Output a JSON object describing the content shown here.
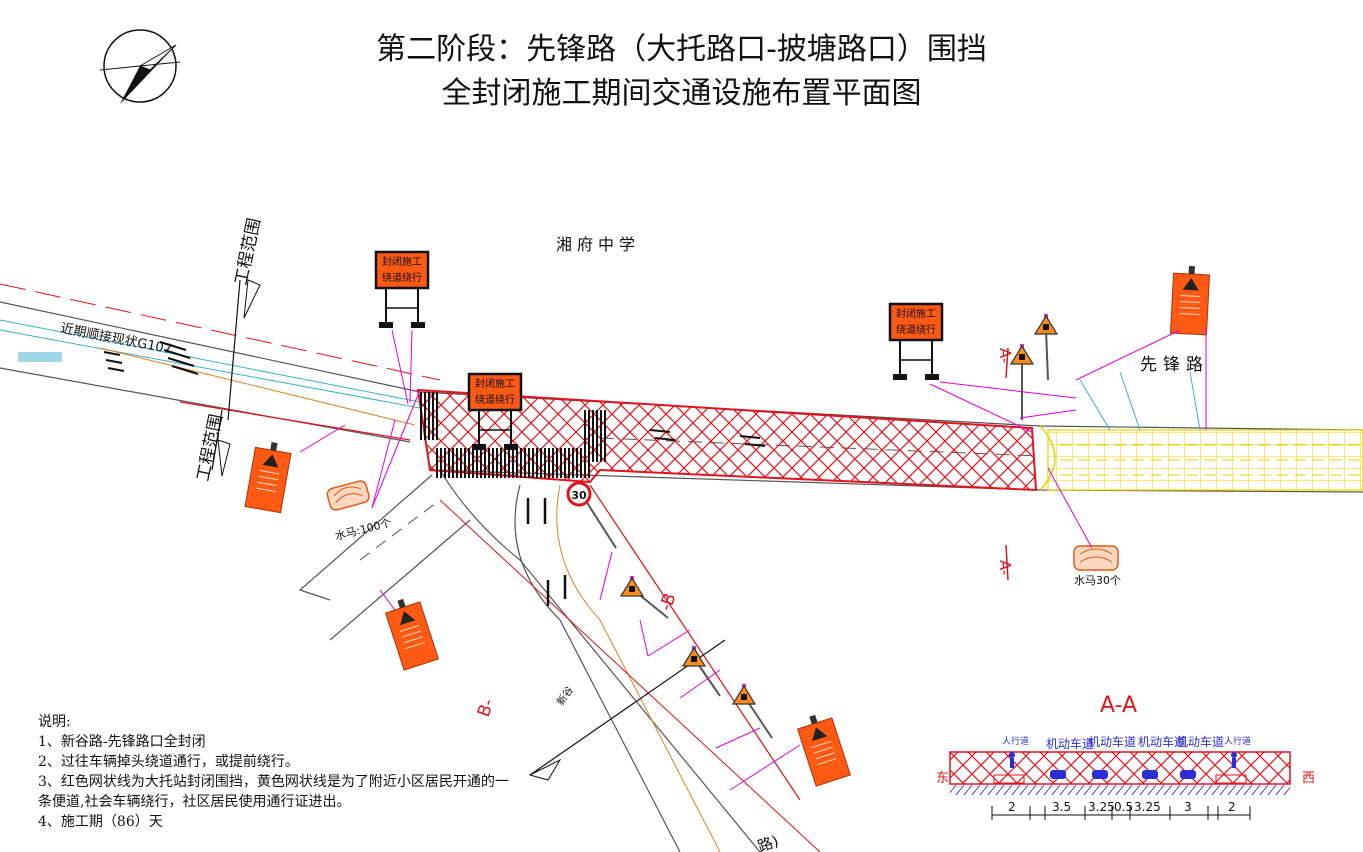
{
  "title": {
    "line1": "第二阶段：先锋路（大托路口-披塘路口）围挡",
    "line2": "全封闭施工期间交通设施布置平面图"
  },
  "labels": {
    "school": "湘府中学",
    "project_scope": "工程范围",
    "near_term": "近期顺接现状G107",
    "xianfeng_road": "先锋路",
    "water_horse_100": "水马:100个",
    "water_horse_30": "水马30个",
    "section_a": "A-",
    "section_b": "B-",
    "section_b2": "-B",
    "new_road": "新谷",
    "speed_limit": "30",
    "road_tail": "路)"
  },
  "signs": {
    "closure_line1": "封闭施工",
    "closure_line2": "绕道绕行"
  },
  "section": {
    "title": "A-A",
    "east": "东",
    "west": "西",
    "lanes": [
      "人行道",
      "机动车道",
      "机动车道",
      "机动车道",
      "机动车道",
      "人行道"
    ],
    "dims": [
      "2",
      "3.5",
      "3.25",
      "0.5",
      "3.25",
      "3",
      "2"
    ]
  },
  "notes": [
    "说明:",
    "1、新谷路-先锋路口全封闭",
    "2、过往车辆掉头绕道通行，或提前绕行。",
    "3、红色网状线为大托站封闭围挡，黄色网状线是为了附近小区居民开通的一",
    "条便道,社会车辆绕行，社区居民使用通行证进出。",
    "4、施工期（86）天"
  ],
  "colors": {
    "closure_red": "#e0141e",
    "detour_yellow": "#f2d000",
    "sign_orange": "#ff5a14",
    "leader_magenta": "#e000e0",
    "road_line": "#555555"
  }
}
